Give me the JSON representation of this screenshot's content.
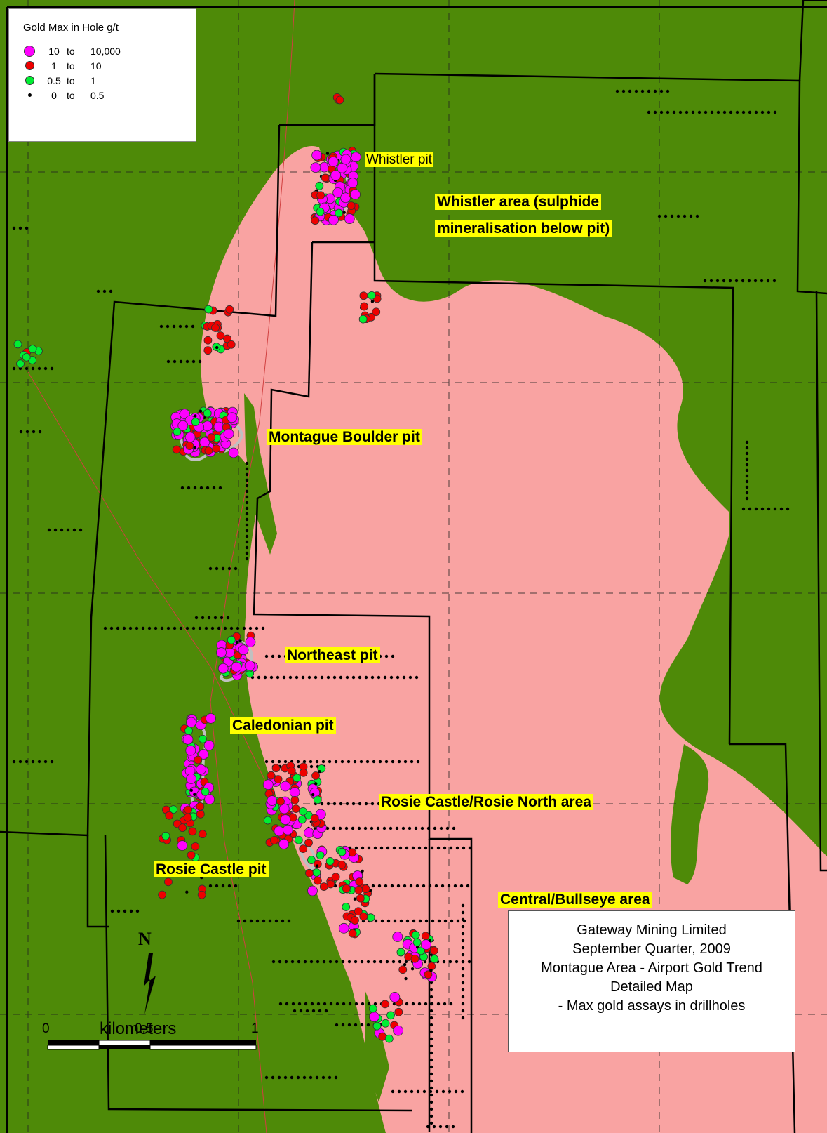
{
  "colors": {
    "background": "#4e8a08",
    "intrusion": "#f9a3a2",
    "legend_bg": "#ffffff",
    "label_bg": "#ffff00",
    "high": "#ff00ff",
    "mid": "#ee0000",
    "low": "#00ee33",
    "trace": "#000000"
  },
  "legend": {
    "title": "Gold Max in Hole g/t",
    "items": [
      {
        "lo": "10",
        "to": "to",
        "hi": "10,000",
        "color": "#ff00ff",
        "size": 14
      },
      {
        "lo": "1",
        "to": "to",
        "hi": "10",
        "color": "#ee0000",
        "size": 11
      },
      {
        "lo": "0.5",
        "to": "to",
        "hi": "1",
        "color": "#00ee33",
        "size": 11
      },
      {
        "lo": "0",
        "to": "to",
        "hi": "0.5",
        "color": "#000000",
        "size": 5
      }
    ]
  },
  "labels": {
    "whistler_pit": "Whistler pit",
    "whistler_area_1": "Whistler area (sulphide",
    "whistler_area_2": "mineralisation below pit)",
    "montague": "Montague Boulder pit",
    "northeast": "Northeast pit",
    "caledonian": "Caledonian pit",
    "rosie_north": "Rosie Castle/Rosie North area",
    "rosie_pit": "Rosie Castle pit",
    "central": "Central/Bullseye area"
  },
  "title_box": {
    "line1": "Gateway Mining Limited",
    "line2": "September Quarter, 2009",
    "line3": "Montague Area - Airport Gold Trend",
    "line4": "Detailed Map",
    "line5": "- Max gold assays in drillholes"
  },
  "scale": {
    "tick0": "0",
    "tick1": "0.5",
    "tick2": "1",
    "unit": "kilometers"
  },
  "north": "N"
}
